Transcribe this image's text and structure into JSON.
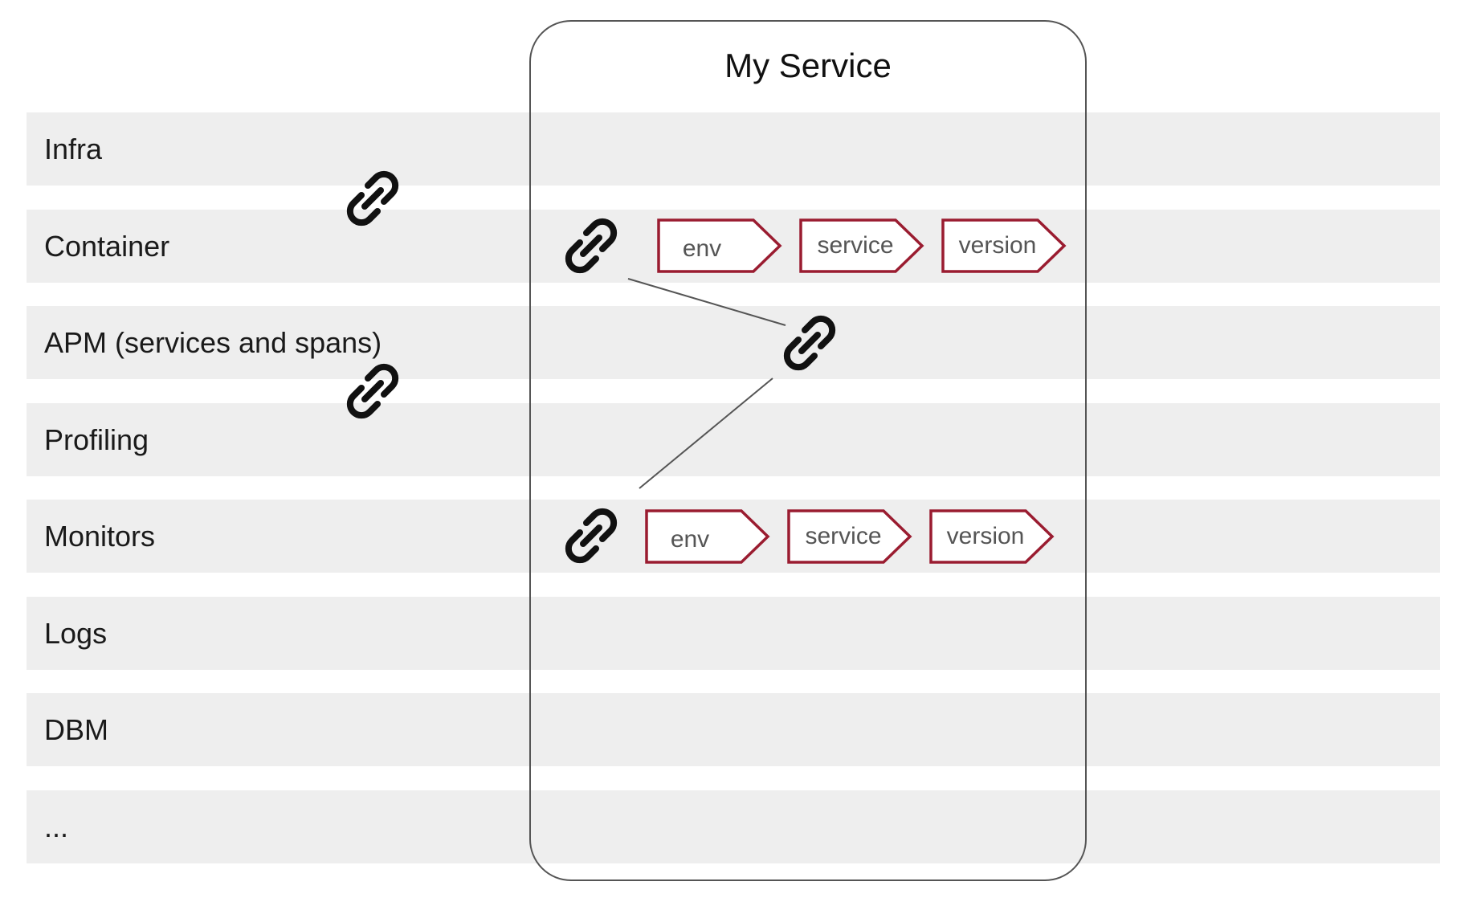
{
  "rows": [
    {
      "label": "Infra"
    },
    {
      "label": "Container"
    },
    {
      "label": "APM (services and spans)"
    },
    {
      "label": "Profiling"
    },
    {
      "label": "Monitors"
    },
    {
      "label": "Logs"
    },
    {
      "label": "DBM"
    },
    {
      "label": "..."
    }
  ],
  "service": {
    "title": "My Service",
    "container_tags": [
      "env",
      "service",
      "version"
    ],
    "monitors_tags": [
      "env",
      "service",
      "version"
    ]
  },
  "colors": {
    "row_background": "#eeeeee",
    "tag_border": "#9a1c30",
    "tag_text": "#555555",
    "service_border": "#555555",
    "link_icon": "#111111"
  },
  "icons": {
    "link": "link-icon"
  }
}
